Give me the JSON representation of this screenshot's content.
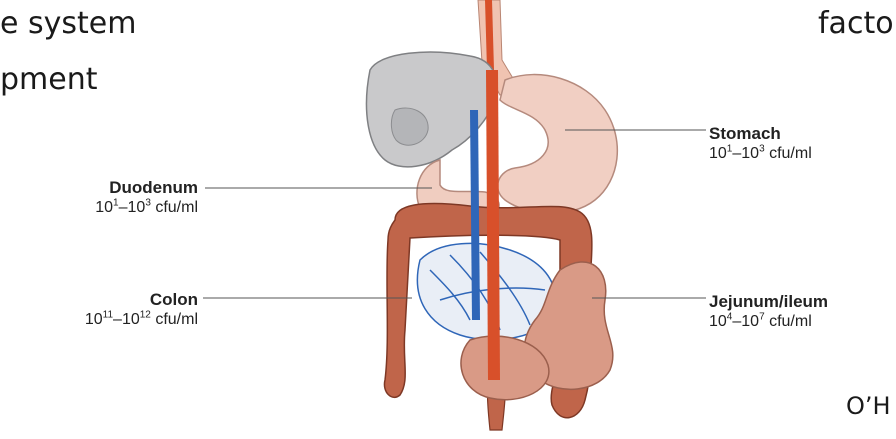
{
  "slide": {
    "title_line1": "e system",
    "title_line2": "pment",
    "right_title": "facto",
    "citation": "O’H"
  },
  "labels": {
    "stomach": {
      "name": "Stomach",
      "base1": "10",
      "exp1": "1",
      "base2": "10",
      "exp2": "3",
      "unit": "cfu/ml"
    },
    "duodenum": {
      "name": "Duodenum",
      "base1": "10",
      "exp1": "1",
      "base2": "10",
      "exp2": "3",
      "unit": "cfu/ml"
    },
    "colon": {
      "name": "Colon",
      "base1": "10",
      "exp1": "11",
      "base2": "10",
      "exp2": "12",
      "unit": "cfu/ml"
    },
    "jejunum": {
      "name": "Jejunum/ileum",
      "base1": "10",
      "exp1": "4",
      "base2": "10",
      "exp2": "7",
      "unit": "cfu/ml"
    }
  },
  "colors": {
    "liver": "#c9c9cb",
    "stomach": "#f1cfc3",
    "colon": "#c0654a",
    "small_intestine": "#d99a86",
    "artery": "#d8502a",
    "vein": "#2f66b8"
  }
}
